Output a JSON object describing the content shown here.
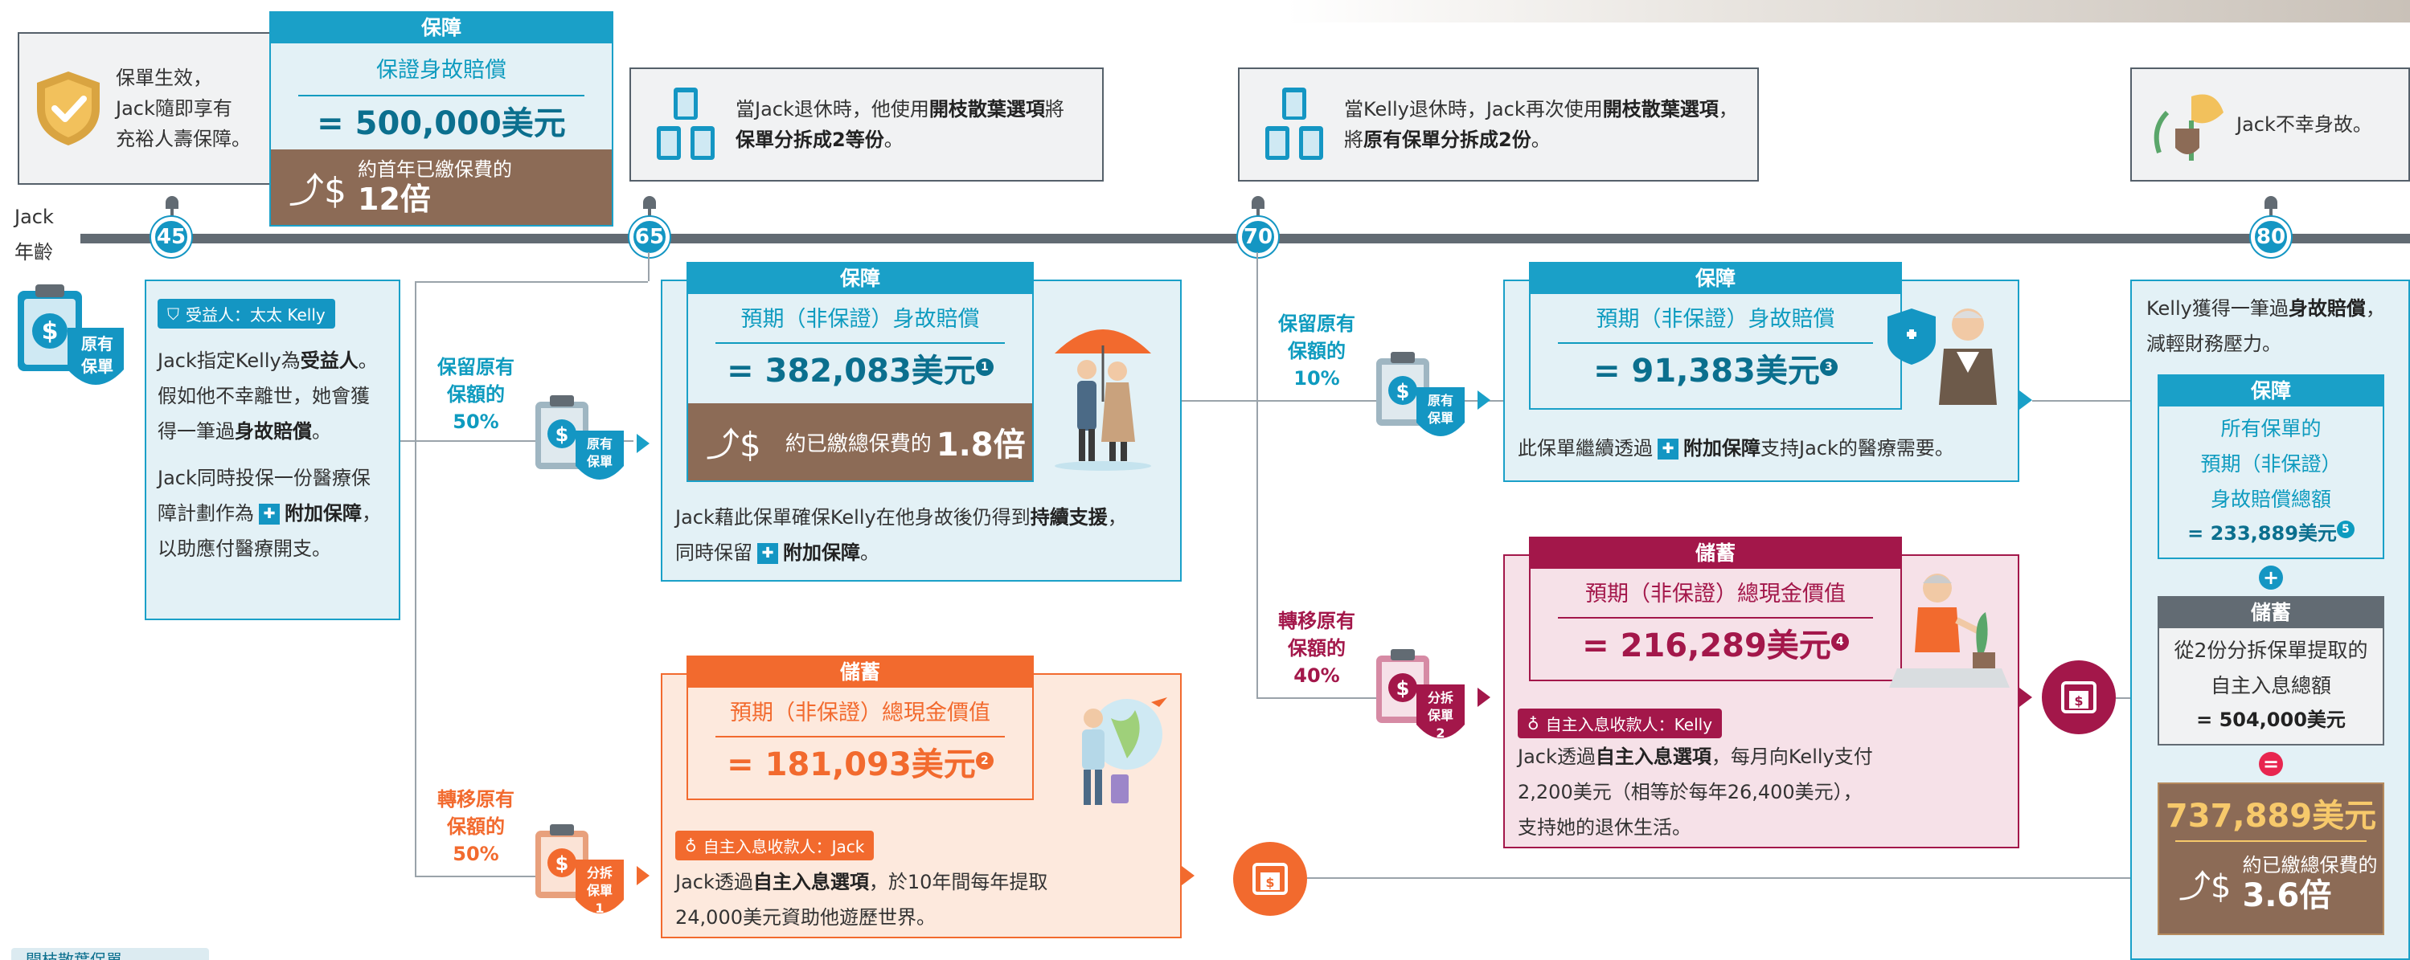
{
  "jack_label": "Jack",
  "age_label": "年齡",
  "ages": [
    "45",
    "65",
    "70",
    "80"
  ],
  "original_policy_label": [
    "原有",
    "保單"
  ],
  "event45": {
    "lines": [
      "保單生效，",
      "Jack隨即享有",
      "充裕人壽保障。"
    ]
  },
  "box45": {
    "header": "保障",
    "sub": "保證身故賠償",
    "value": "= 500,000美元",
    "ratio_prefix": "約首年已繳保費的",
    "ratio_value": "12倍"
  },
  "beneficiary": {
    "tag": "受益人：太太 Kelly",
    "p1_a": "Jack指定Kelly為",
    "p1_b": "受益人",
    "p1_c": "。假如他不幸離世，她會獲得一筆過",
    "p1_d": "身故賠償",
    "p1_e": "。",
    "p2_a": "Jack同時投保一份醫療保障計劃作為",
    "p2_b": "附加保障",
    "p2_c": "，以助應付醫療開支。"
  },
  "event65": {
    "line1_a": "當Jack退休時，他使用",
    "line1_b": "開枝散葉選項",
    "line1_c": "將",
    "line2_b": "保單分拆成2等份",
    "line2_c": "。"
  },
  "branch65_keep": [
    "保留原有",
    "保額的",
    "50%"
  ],
  "branch65_transfer": [
    "轉移原有",
    "保額的",
    "50%"
  ],
  "split_policy_label": [
    "分拆",
    "保單"
  ],
  "split1_no": "1",
  "split2_no": "2",
  "panel65": {
    "header": "保障",
    "sub": "預期（非保證）身故賠償",
    "value": "= 382,083美元",
    "note": "1",
    "ratio_prefix": "約已繳總保費的",
    "ratio_value": "1.8倍",
    "text_a": "Jack藉此保單確保Kelly在他身故後仍得到",
    "text_b": "持續支援",
    "text_c": "，",
    "text_d": "同時保留",
    "text_e": "附加保障",
    "text_f": "。"
  },
  "savings65": {
    "header": "儲蓄",
    "sub": "預期（非保證）總現金價值",
    "value": "= 181,093美元",
    "note": "2",
    "tag": "自主入息收款人：Jack",
    "text_a": "Jack透過",
    "text_b": "自主入息選項",
    "text_c": "，於10年間每年提取",
    "text_d": "24,000美元資助他遊歷世界。"
  },
  "event70": {
    "line1_a": "當Kelly退休時，Jack再次使用",
    "line1_b": "開枝散葉選項",
    "line1_c": "，",
    "line2_a": "將",
    "line2_b": "原有保單分拆成2份",
    "line2_c": "。"
  },
  "branch70_keep": [
    "保留原有",
    "保額的",
    "10%"
  ],
  "branch70_transfer": [
    "轉移原有",
    "保額的",
    "40%"
  ],
  "panel70": {
    "header": "保障",
    "sub": "預期（非保證）身故賠償",
    "value": "= 91,383美元",
    "note": "3",
    "text_a": "此保單繼續透過",
    "text_b": "附加保障",
    "text_c": "支持Jack的醫療需要。"
  },
  "savings70": {
    "header": "儲蓄",
    "sub": "預期（非保證）總現金價值",
    "value": "= 216,289美元",
    "note": "4",
    "tag": "自主入息收款人：Kelly",
    "text_a": "Jack透過",
    "text_b": "自主入息選項",
    "text_c": "，每月向Kelly支付",
    "text_d": "2,200美元（相等於每年26,400美元），",
    "text_e": "支持她的退休生活。"
  },
  "event80": {
    "text": "Jack不幸身故。"
  },
  "summary": {
    "intro_a": "Kelly獲得一筆過",
    "intro_b": "身故賠償",
    "intro_c": "，",
    "intro_d": "減輕財務壓力。",
    "prot_header": "保障",
    "prot_lines": [
      "所有保單的",
      "預期（非保證）",
      "身故賠償總額"
    ],
    "prot_value": "= 233,889美元",
    "prot_note": "5",
    "plus": "+",
    "sav_header": "儲蓄",
    "sav_lines": [
      "從2份分拆保單提取的",
      "自主入息總額"
    ],
    "sav_value": "= 504,000美元",
    "equals": "=",
    "total": "737,889美元",
    "ratio_prefix": "約已繳總保費的",
    "ratio_value": "3.6倍"
  },
  "footer_partial": "開枝散葉保單"
}
